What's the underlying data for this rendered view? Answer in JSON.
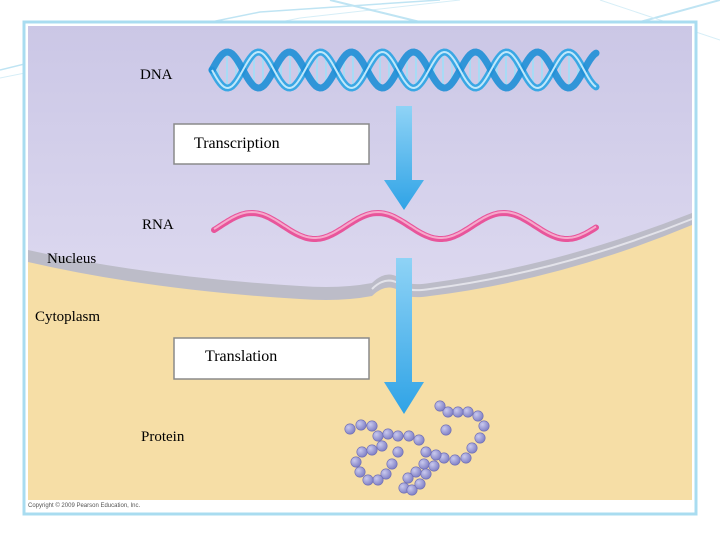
{
  "labels": {
    "dna": "DNA",
    "transcription": "Transcription",
    "rna": "RNA",
    "nucleus": "Nucleus",
    "cytoplasm": "Cytoplasm",
    "translation": "Translation",
    "protein": "Protein"
  },
  "copyright": "Copyright © 2009 Pearson Education, Inc.",
  "colors": {
    "nucleus_fill": "#d6d2ea",
    "cytoplasm_fill": "#f6dea6",
    "membrane": "#b9b9c4",
    "dna_strand": "#3aa7e4",
    "rna_strand": "#e8559b",
    "arrow": "#47b2ec",
    "protein_bead": "#8f8fd0",
    "frame_accent": "#9fd6ee"
  },
  "icons": {
    "dna": "double-helix-icon",
    "rna": "single-strand-icon",
    "protein": "bead-chain-icon",
    "arrow": "down-arrow-icon"
  }
}
